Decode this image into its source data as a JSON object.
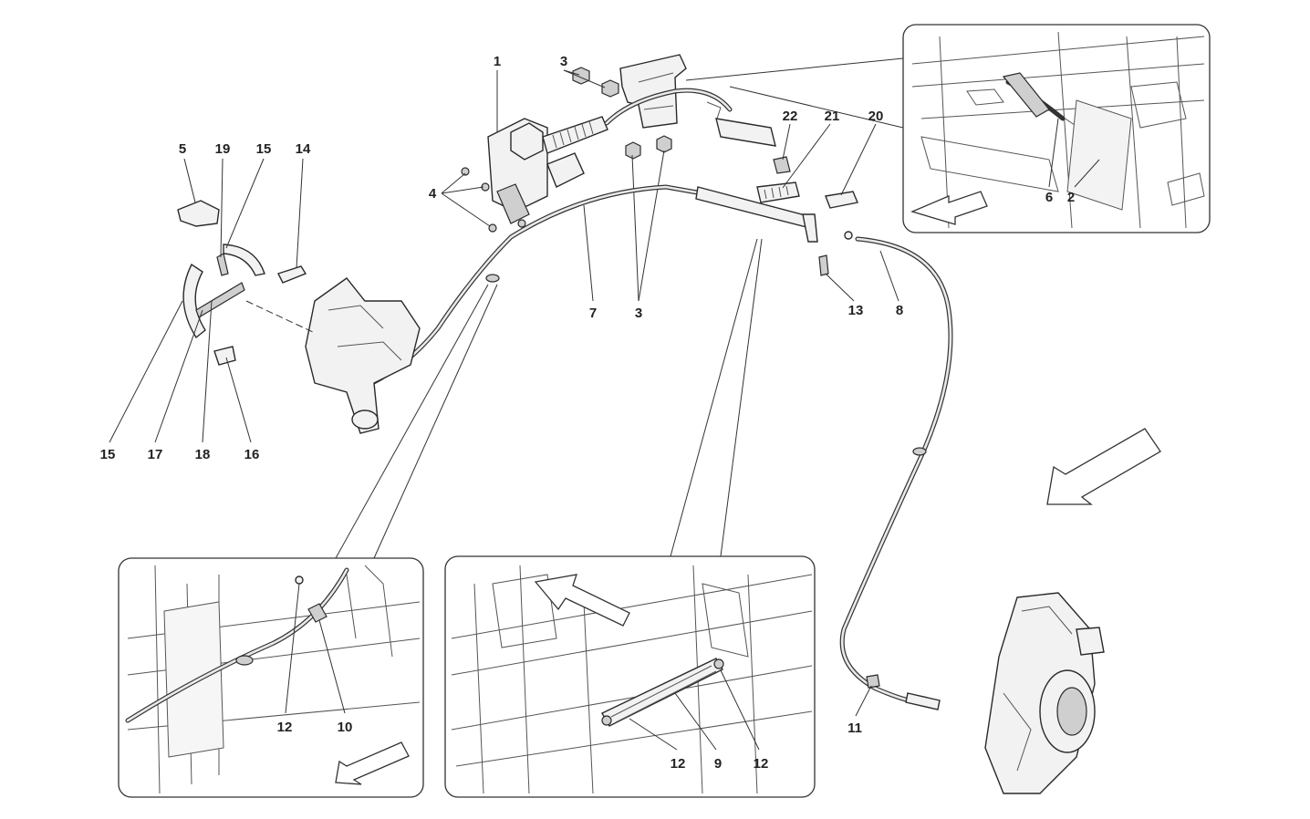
{
  "diagram": {
    "callouts": {
      "c1": "1",
      "c2": "2",
      "c3a": "3",
      "c3b": "3",
      "c4": "4",
      "c5": "5",
      "c6": "6",
      "c7": "7",
      "c8": "8",
      "c9": "9",
      "c10": "10",
      "c11": "11",
      "c12a": "12",
      "c12b": "12",
      "c12c": "12",
      "c13": "13",
      "c14": "14",
      "c15a": "15",
      "c15b": "15",
      "c16": "16",
      "c17": "17",
      "c18": "18",
      "c19": "19",
      "c20": "20",
      "c21": "21",
      "c22": "22"
    },
    "colors": {
      "line": "#333333",
      "fill": "#f2f2f2",
      "background": "#ffffff"
    }
  }
}
